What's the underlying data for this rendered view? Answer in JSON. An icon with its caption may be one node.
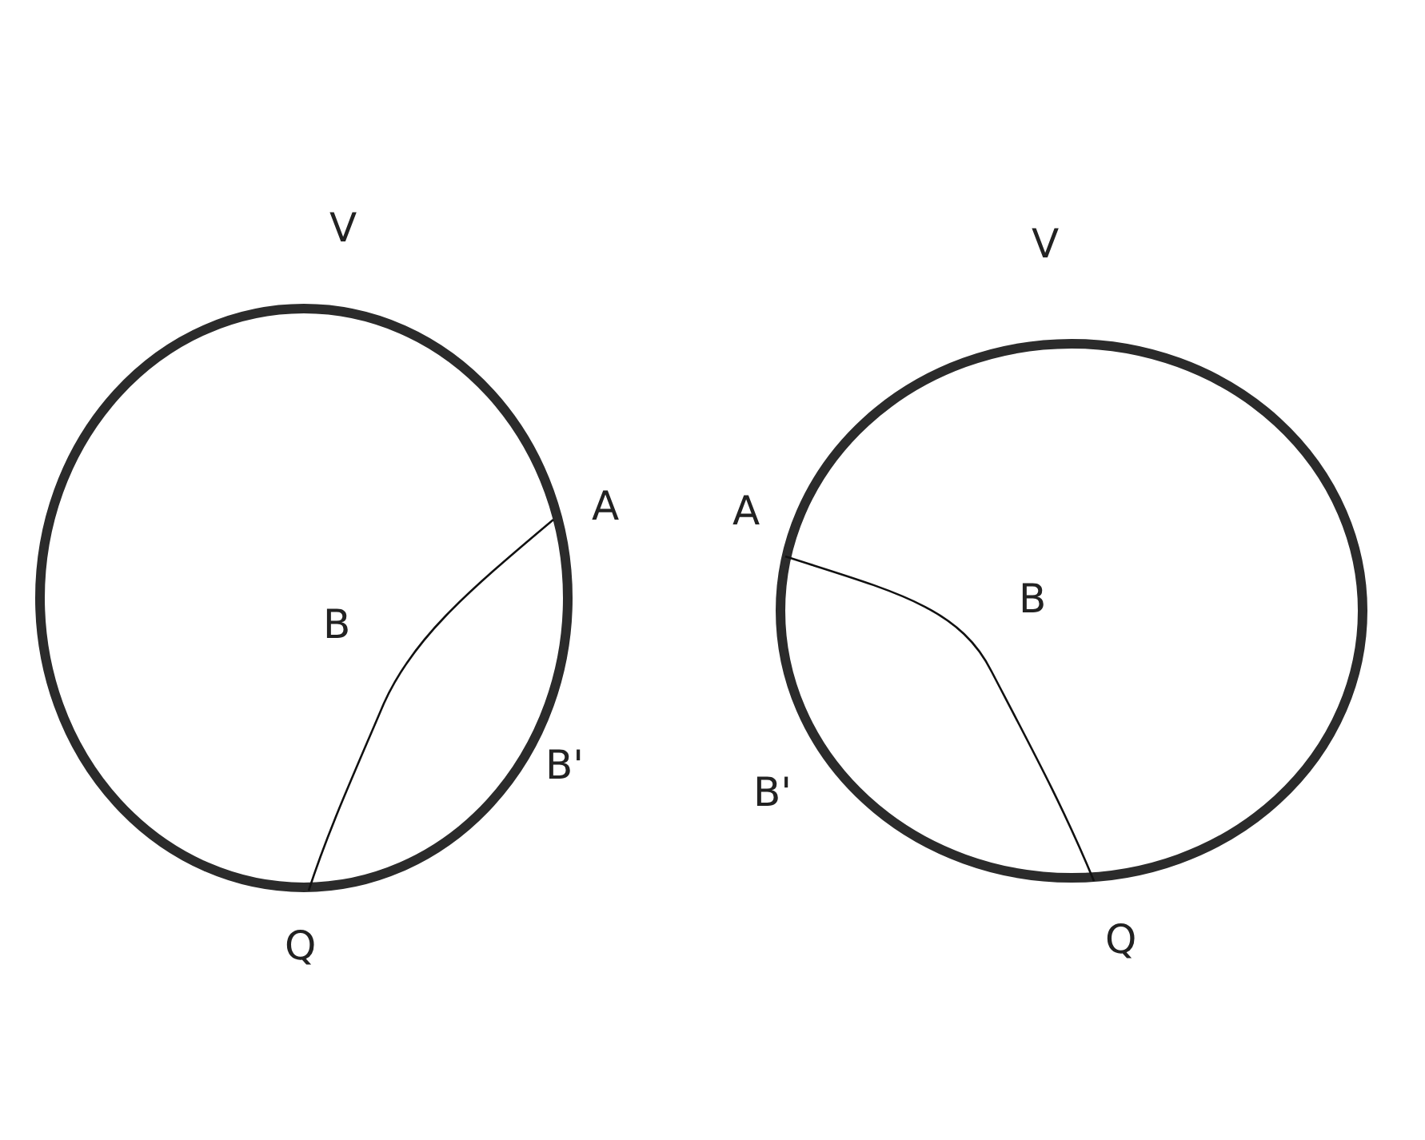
{
  "diagram": {
    "nodes": [
      {
        "text": [
          "B"
        ]
      },
      {
        "text": [
          "B"
        ]
      }
    ],
    "labels": [
      "V",
      "A",
      "B'",
      "Q",
      "V",
      "A",
      "B'",
      "Q"
    ]
  }
}
